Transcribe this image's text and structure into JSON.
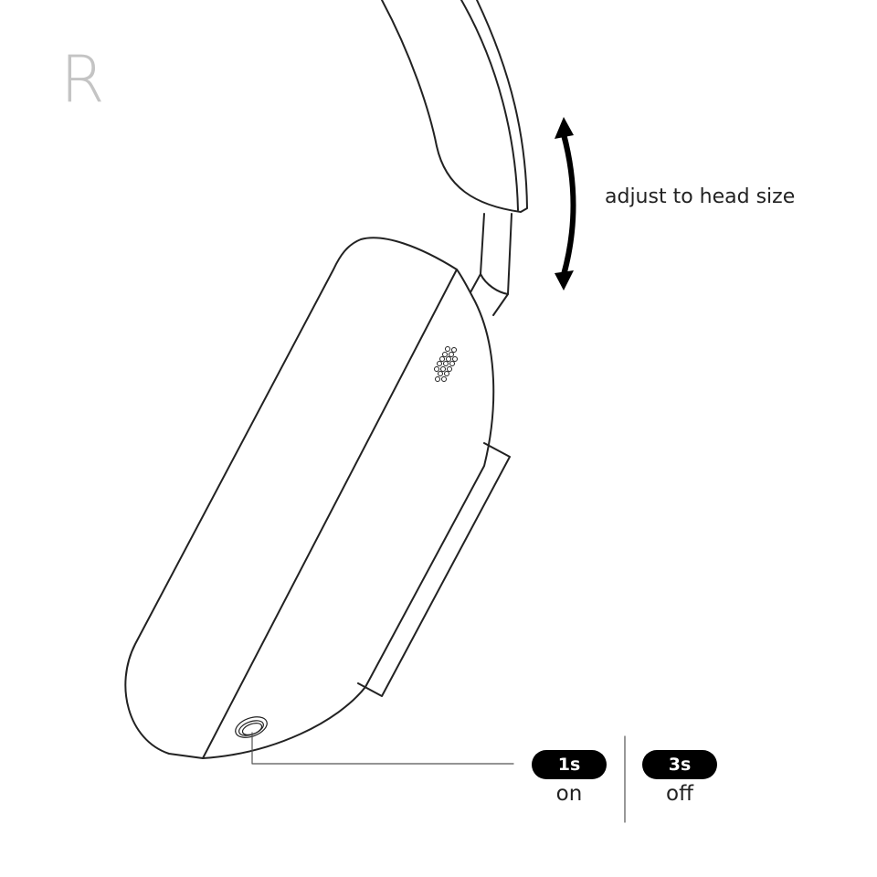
{
  "side_label": "R",
  "adjust_label": "adjust to head size",
  "power": [
    {
      "duration": "1s",
      "action": "on"
    },
    {
      "duration": "3s",
      "action": "off"
    }
  ]
}
